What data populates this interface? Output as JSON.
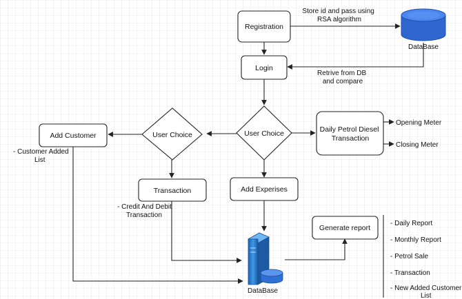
{
  "colors": {
    "grid": "#dcdcdc",
    "line": "#222222",
    "node_fill": "#ffffff",
    "db_blue": "#3c76e6",
    "db_blue_dark": "#2455b8",
    "server_blue": "#2f8ad8"
  },
  "nodes": {
    "registration": "Registration",
    "login": "Login",
    "user_choice_main": "User Choice",
    "user_choice_left": "User Choice",
    "add_customer": "Add Customer",
    "daily_transaction": [
      "Daily Petrol Diesel",
      "Transaction"
    ],
    "transaction": "Transaction",
    "add_expenses": "Add Experises",
    "generate_report": "Generate report"
  },
  "databases": {
    "top": {
      "label": "DataBase",
      "icon": "database-cylinder-icon"
    },
    "bottom": {
      "label": "DataBase",
      "icon": "server-database-icon"
    }
  },
  "edge_labels": {
    "store": [
      "Store id and pass using",
      "RSA algorithm"
    ],
    "retrieve": [
      "Retrive from DB",
      "and compare"
    ],
    "opening_meter": "Opening Meter",
    "closing_meter": "Closing Meter",
    "customer_added": [
      "- Customer Added",
      "List"
    ],
    "credit_debit": [
      "- Credit And Debit",
      "Transaction"
    ]
  },
  "report_items": [
    [
      "- Daily Report"
    ],
    [
      "- Monthly Report"
    ],
    [
      "- Petrol Sale"
    ],
    [
      "- Transaction"
    ],
    [
      "- New Added Customer",
      "List"
    ]
  ]
}
